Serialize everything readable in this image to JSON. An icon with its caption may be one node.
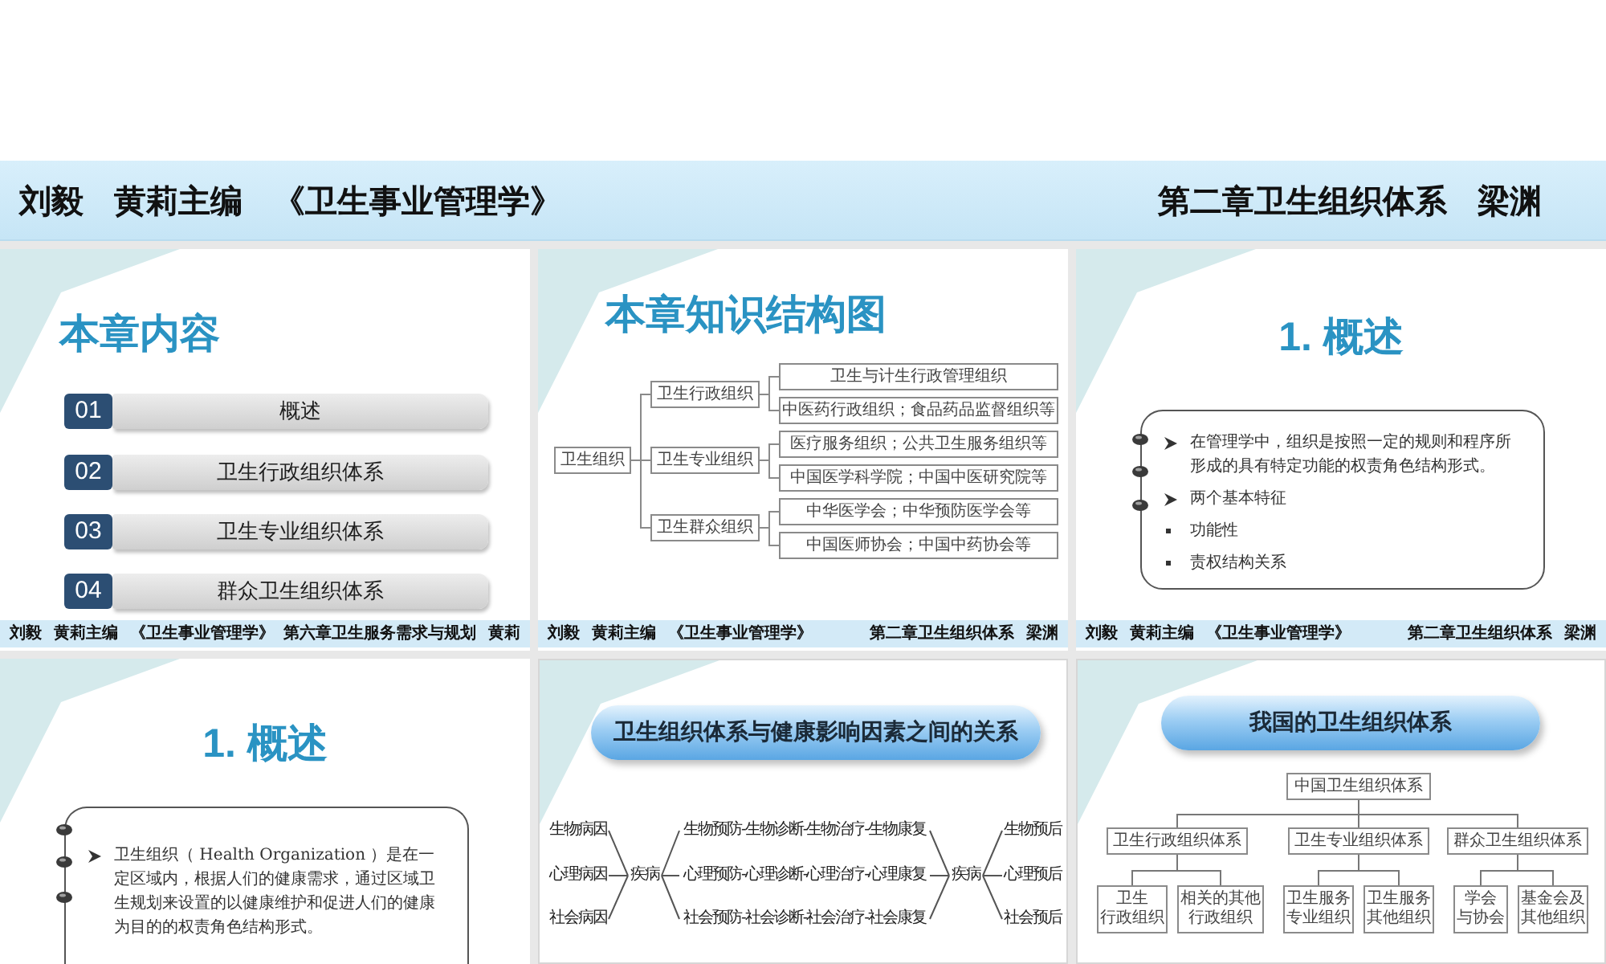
{
  "diagram": {
    "nodes": [
      {
        "text": [
          "刘毅 黄莉主编 《卫生事业管理学》",
          "第二章卫生组织体系 梁渊"
        ]
      },
      {
        "text": [
          "本章内容"
        ]
      },
      {
        "text": [
          "01"
        ],
        "in": 1
      },
      {
        "text": [
          "概述"
        ],
        "in": 1
      },
      {
        "text": [
          "02"
        ],
        "in": 1
      },
      {
        "text": [
          "卫生行政组织体系"
        ],
        "in": 1
      },
      {
        "text": [
          "03"
        ],
        "in": 1
      },
      {
        "text": [
          "卫生专业组织体系"
        ],
        "in": 1
      },
      {
        "text": [
          "04"
        ],
        "in": 1
      },
      {
        "text": [
          "群众卫生组织体系"
        ],
        "in": 1
      },
      {
        "text": [
          "刘毅 黄莉主编 《卫生事业管理学》",
          "第六章卫生服务需求与规划 黄莉"
        ],
        "in": 1
      },
      {
        "text": [
          "本章知识结构图"
        ]
      },
      {
        "text": [
          "卫生组织"
        ],
        "in": 11
      },
      {
        "text": [
          "卫生行政组织"
        ],
        "in": 11
      },
      {
        "text": [
          "卫生专业组织"
        ],
        "in": 11
      },
      {
        "text": [
          "卫生群众组织"
        ],
        "in": 11
      },
      {
        "text": [
          "卫生与计生行政管理组织"
        ],
        "in": 11
      },
      {
        "text": [
          "中医药行政组织；食品药品监督组织等"
        ],
        "in": 11
      },
      {
        "text": [
          "医疗服务组织；公共卫生服务组织等"
        ],
        "in": 11
      },
      {
        "text": [
          "中国医学科学院；中国中医研究院等"
        ],
        "in": 11
      },
      {
        "text": [
          "中华医学会；中华预防医学会等"
        ],
        "in": 11
      },
      {
        "text": [
          "中国医师协会；中国中药协会等"
        ],
        "in": 11
      },
      {
        "text": [
          "刘毅 黄莉主编 《卫生事业管理学》",
          "第二章卫生组织体系 梁渊"
        ],
        "in": 11
      },
      {
        "text": [
          "1. 概述"
        ]
      },
      {
        "text": [
          "在管理学中，组织是按照一定的规则和程序所形成的具有特定功能的权责角色结构形式。",
          "两个基本特征",
          "功能性",
          "责权结构关系"
        ],
        "in": 23
      },
      {
        "text": [
          "刘毅 黄莉主编 《卫生事业管理学》",
          "第二章卫生组织体系 梁渊"
        ],
        "in": 23
      },
      {
        "text": [
          "1. 概述"
        ]
      },
      {
        "text": [
          "卫生组织（ Health Organization ）是在一定区域内，根据人们的健康需求，通过区域卫生规划来设置的以健康维护和促进人们的健康为目的的权责角色结构形式。"
        ],
        "in": 26
      },
      {
        "text": [],
        "shape": "box"
      },
      {
        "text": [
          "卫生组织体系与健康影响因素之间的关系"
        ],
        "in": 28
      },
      {
        "text": [
          "生物病因"
        ],
        "in": 28
      },
      {
        "text": [
          "心理病因"
        ],
        "in": 28
      },
      {
        "text": [
          "社会病因"
        ],
        "in": 28
      },
      {
        "text": [
          "疾病"
        ],
        "in": 28
      },
      {
        "text": [
          "生物预防-生物诊断-生物治疗-生物康复"
        ],
        "in": 28
      },
      {
        "text": [
          "心理预防-心理诊断-心理治疗-心理康复"
        ],
        "in": 28
      },
      {
        "text": [
          "社会预防-社会诊断-社会治疗-社会康复"
        ],
        "in": 28
      },
      {
        "text": [
          "疾病"
        ],
        "in": 28
      },
      {
        "text": [
          "生物预后"
        ],
        "in": 28
      },
      {
        "text": [
          "心理预后"
        ],
        "in": 28
      },
      {
        "text": [
          "社会预后"
        ],
        "in": 28
      },
      {
        "text": [],
        "shape": "box"
      },
      {
        "text": [
          "我国的卫生组织体系"
        ],
        "in": 41
      },
      {
        "text": [
          "中国卫生组织体系"
        ],
        "in": 41
      },
      {
        "text": [
          "卫生行政组织体系"
        ],
        "in": 41
      },
      {
        "text": [
          "卫生专业组织体系"
        ],
        "in": 41
      },
      {
        "text": [
          "群众卫生组织体系"
        ],
        "in": 41
      },
      {
        "text": [
          "卫生行政组织"
        ],
        "in": 41
      },
      {
        "text": [
          "相关的其他行政组织"
        ],
        "in": 41
      },
      {
        "text": [
          "卫生服务专业组织"
        ],
        "in": 41
      },
      {
        "text": [
          "卫生服务其他组织"
        ],
        "in": 41
      },
      {
        "text": [
          "学会与协会"
        ],
        "in": 41
      },
      {
        "text": [
          "基金会及其他组织"
        ],
        "in": 41
      }
    ],
    "edges": [
      {
        "from": 12,
        "to": 13,
        "arrow": "none"
      },
      {
        "from": 12,
        "to": 14,
        "arrow": "none"
      },
      {
        "from": 12,
        "to": 15,
        "arrow": "none"
      },
      {
        "from": 13,
        "to": 16,
        "arrow": "none"
      },
      {
        "from": 13,
        "to": 17,
        "arrow": "none"
      },
      {
        "from": 14,
        "to": 18,
        "arrow": "none"
      },
      {
        "from": 14,
        "to": 19,
        "arrow": "none"
      },
      {
        "from": 15,
        "to": 20,
        "arrow": "none"
      },
      {
        "from": 15,
        "to": 21,
        "arrow": "none"
      },
      {
        "from": 30,
        "to": 33,
        "arrow": "none"
      },
      {
        "from": 31,
        "to": 33,
        "arrow": "none"
      },
      {
        "from": 32,
        "to": 33,
        "arrow": "none"
      },
      {
        "from": 33,
        "to": 34,
        "arrow": "none"
      },
      {
        "from": 33,
        "to": 35,
        "arrow": "none"
      },
      {
        "from": 33,
        "to": 36,
        "arrow": "none"
      },
      {
        "from": 34,
        "to": 37,
        "arrow": "none"
      },
      {
        "from": 35,
        "to": 37,
        "arrow": "none"
      },
      {
        "from": 36,
        "to": 37,
        "arrow": "none"
      },
      {
        "from": 37,
        "to": 38,
        "arrow": "none"
      },
      {
        "from": 37,
        "to": 39,
        "arrow": "none"
      },
      {
        "from": 37,
        "to": 40,
        "arrow": "none"
      },
      {
        "from": 43,
        "to": 44,
        "arrow": "none"
      },
      {
        "from": 43,
        "to": 45,
        "arrow": "none"
      },
      {
        "from": 43,
        "to": 46,
        "arrow": "none"
      },
      {
        "from": 44,
        "to": 47,
        "arrow": "none"
      },
      {
        "from": 44,
        "to": 48,
        "arrow": "none"
      },
      {
        "from": 45,
        "to": 49,
        "arrow": "none"
      },
      {
        "from": 45,
        "to": 50,
        "arrow": "none"
      },
      {
        "from": 46,
        "to": 51,
        "arrow": "none"
      },
      {
        "from": 46,
        "to": 52,
        "arrow": "none"
      }
    ]
  }
}
